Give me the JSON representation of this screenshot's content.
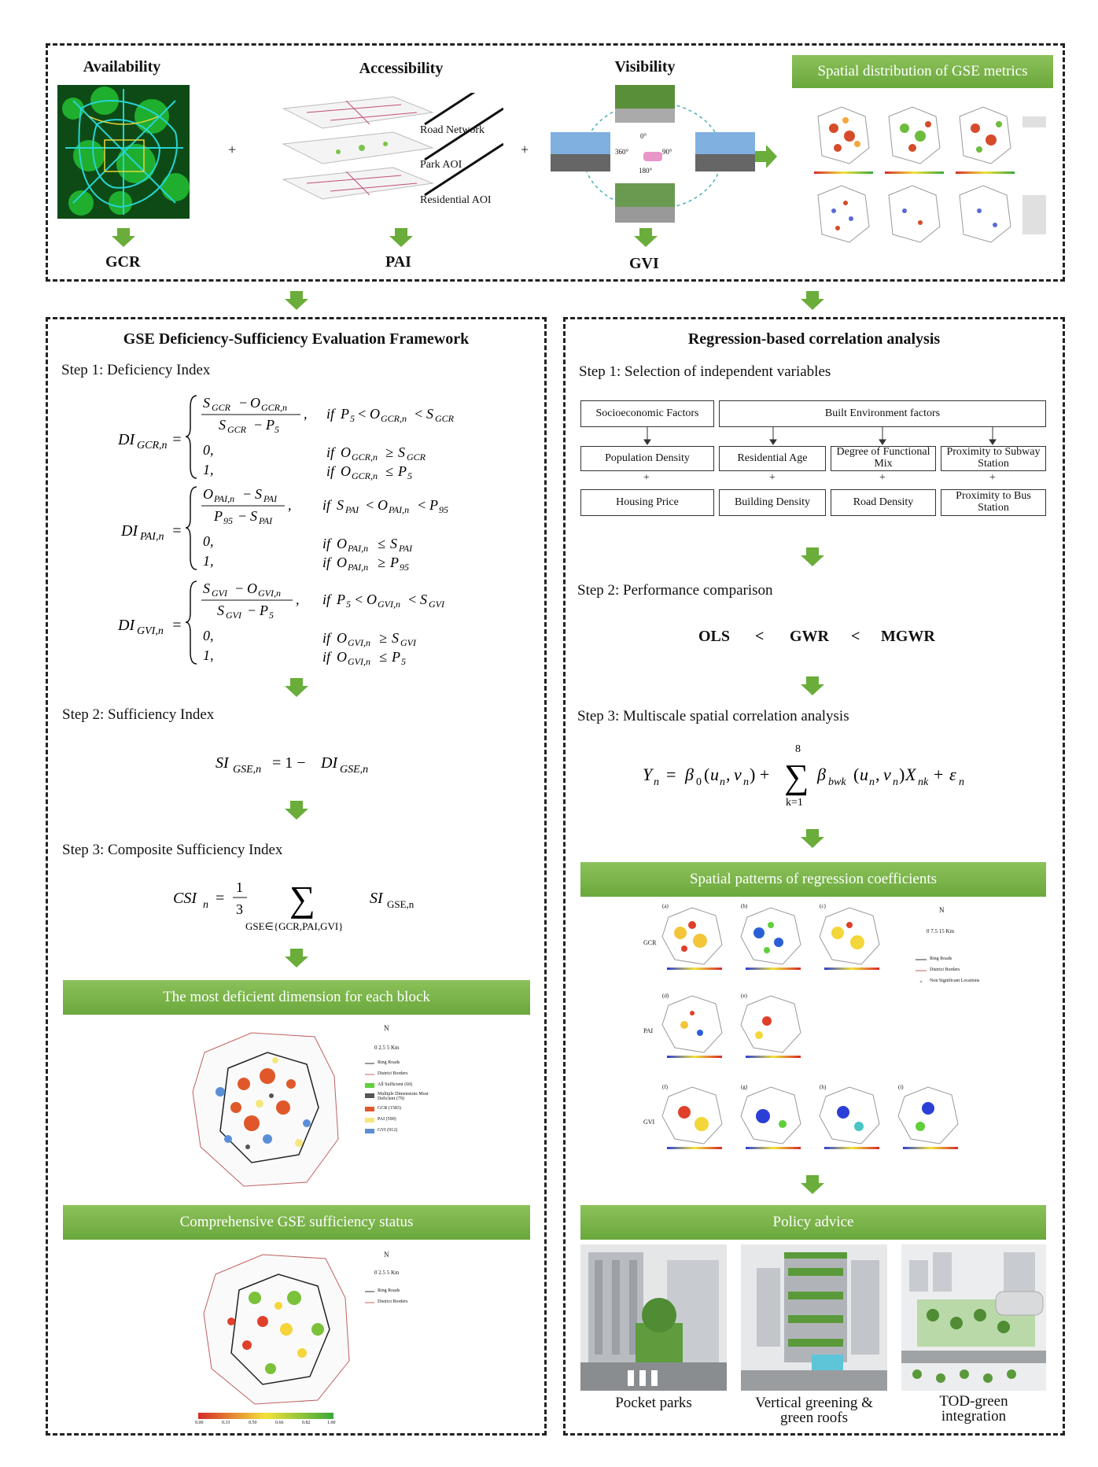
{
  "top": {
    "availability": "Availability",
    "accessibility": "Accessibility",
    "visibility": "Visibility",
    "spatial_title": "Spatial distribution of GSE metrics",
    "gcr": "GCR",
    "pai": "PAI",
    "gvi": "GVI",
    "layers": [
      "Road Network",
      "Park AOI",
      "Residential AOI"
    ],
    "plus": "+",
    "angles": [
      "0°",
      "90°",
      "180°",
      "360°"
    ]
  },
  "left": {
    "title": "GSE Deficiency-Sufficiency Evaluation Framework",
    "step1": "Step 1: Deficiency Index",
    "step2": "Step 2: Sufficiency Index",
    "step3": "Step 3: Composite Sufficiency Index",
    "bar1": "The most deficient dimension for each block",
    "bar2": "Comprehensive GSE sufficiency status",
    "legend1": [
      "Ring Roads",
      "District Borders",
      "All Sufficient (60)",
      "Multiple Dimensions Most Deficient (79)",
      "GCR (1583)",
      "PAI (590)",
      "GVI (912)"
    ],
    "legend2": [
      "Ring Roads",
      "District Borders"
    ],
    "scale_ticks": [
      "0.00",
      "0.33",
      "0.50",
      "0.66",
      "0.82",
      "1.00"
    ],
    "scale_label": "0  2.5  5 Km"
  },
  "right": {
    "title": "Regression-based correlation analysis",
    "step1": "Step 1: Selection of independent variables",
    "step2": "Step 2: Performance comparison",
    "step3": "Step 3: Multiscale spatial correlation analysis",
    "socio": "Socioeconomic Factors",
    "built": "Built Environment factors",
    "vars_row1": [
      "Population Density",
      "Residential Age",
      "Degree of Functional Mix",
      "Proximity to Subway Station"
    ],
    "vars_row2": [
      "Housing Price",
      "Building Density",
      "Road Density",
      "Proximity to Bus Station"
    ],
    "models": [
      "OLS",
      "<",
      "GWR",
      "<",
      "MGWR"
    ],
    "bar1": "Spatial patterns of regression coefficients",
    "bar2": "Policy advice",
    "row_labels": [
      "GCR",
      "PAI",
      "GVI"
    ],
    "panel_labels": [
      "(a)",
      "(b)",
      "(c)",
      "(d)",
      "(e)",
      "(f)",
      "(g)",
      "(h)",
      "(i)"
    ],
    "legend": [
      "Ring Roads",
      "District Borders",
      "Non Significant Locations"
    ],
    "scale_label": "0  7.5  15 Km",
    "policies": [
      "Pocket parks",
      "Vertical greening & green roofs",
      "TOD-green integration"
    ]
  },
  "colors": {
    "green_bar": "#7ab648",
    "arrow": "#6aad3a",
    "dash": "#222222"
  }
}
